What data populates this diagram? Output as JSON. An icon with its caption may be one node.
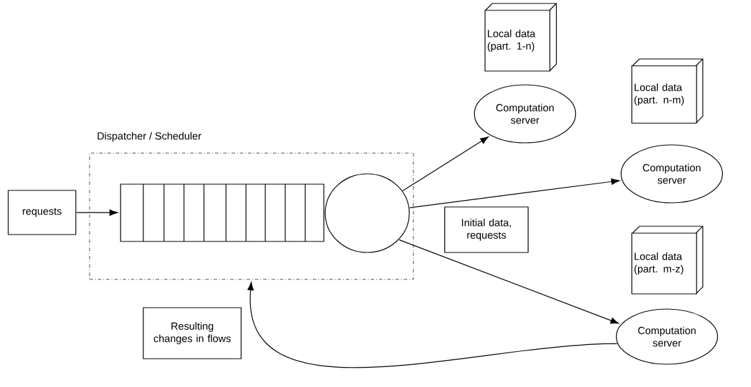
{
  "diagram": {
    "nodes": [
      {
        "text": [
          "Dispatcher / Scheduler"
        ]
      },
      {
        "text": [
          "requests"
        ]
      },
      {
        "text": [],
        "shape": "box",
        "in": 0
      },
      {
        "text": [],
        "shape": "circle",
        "in": 0
      },
      {
        "text": [
          "Local data (part. 1-n)"
        ]
      },
      {
        "text": [
          "Computation server"
        ]
      },
      {
        "text": [
          "Local data (part. n-m)"
        ]
      },
      {
        "text": [
          "Computation server"
        ]
      },
      {
        "text": [
          "Local data (part. m-z)"
        ]
      },
      {
        "text": [
          "Computation server"
        ]
      },
      {
        "text": [
          "Initial data, requests"
        ]
      },
      {
        "text": [
          "Resulting changes in flows"
        ]
      }
    ],
    "edges": [
      {
        "from": 1,
        "to": 2,
        "arrow": "to"
      },
      {
        "from": 3,
        "to": 5,
        "arrow": "to"
      },
      {
        "from": 3,
        "to": 7,
        "arrow": "to"
      },
      {
        "from": 3,
        "to": 9,
        "arrow": "to"
      },
      {
        "from": 9,
        "to": 0,
        "arrow": "to"
      }
    ]
  }
}
